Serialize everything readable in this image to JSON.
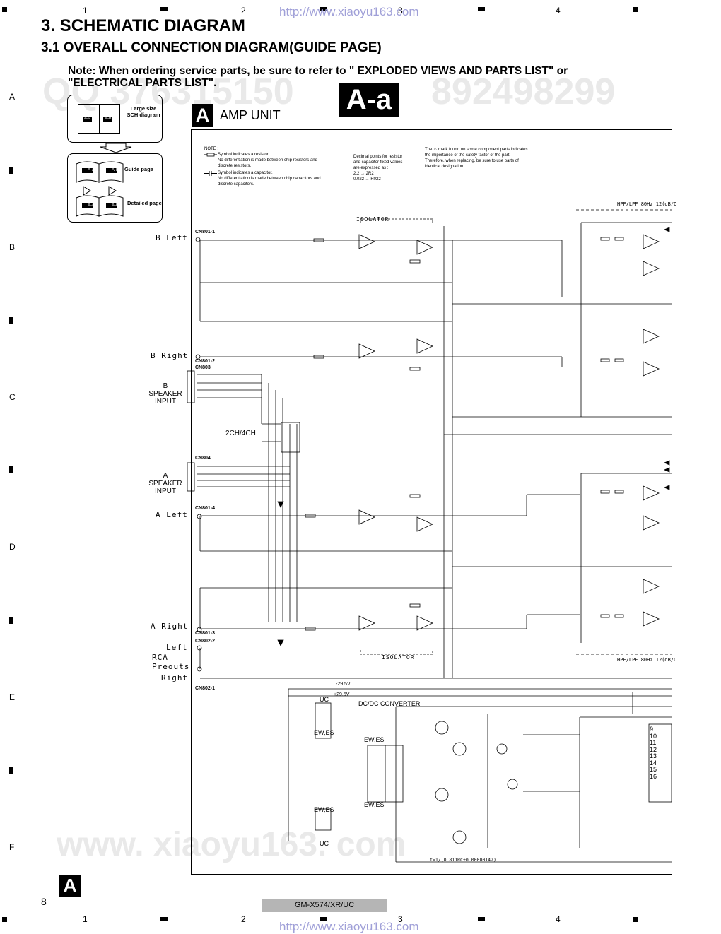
{
  "header": {
    "url": "http://www.xiaoyu163.com",
    "title": "3. SCHEMATIC DIAGRAM",
    "subtitle": "3.1 OVERALL CONNECTION DIAGRAM(GUIDE PAGE)",
    "note_line1": "Note: When ordering service parts, be sure to refer to \" EXPLODED VIEWS AND PARTS LIST\" or",
    "note_line2": "\"ELECTRICAL PARTS LIST\"."
  },
  "ruler": {
    "columns": [
      "1",
      "2",
      "3",
      "4"
    ],
    "rows": [
      "A",
      "B",
      "C",
      "D",
      "E",
      "F"
    ]
  },
  "watermark": {
    "qq": "QQ 376315150",
    "phone": "892498299",
    "bottom": "www. xiaoyu163. com"
  },
  "guide": {
    "large_size": "Large size",
    "sch_diagram": "SCH diagram",
    "guide_page": "Guide page",
    "detailed_page": "Detailed page",
    "page_a": "A-a",
    "page_b": "A-b"
  },
  "badge": "A-a",
  "unit": {
    "letter": "A",
    "name": "AMP UNIT"
  },
  "notes": {
    "heading": "NOTE :",
    "resistor": "Symbol indicates a resistor.",
    "resistor_2": "No differentiation is made  between chip resistors and",
    "resistor_3": "discrete resistors.",
    "capacitor": "Symbol indicates a capacitor.",
    "capacitor_2": "No differentiation is made  between chip capacitors and",
    "capacitor_3": "discrete capacitors.",
    "decimal_1": "Decimal points for resistor",
    "decimal_2": "and capacitor fixed values",
    "decimal_3": "are expressed as :",
    "decimal_4": "2.2 → 2R2",
    "decimal_5": "0.022 → R022",
    "safety_1": "The ⚠ mark found on some component parts indicates",
    "safety_2": "the importance of the safety factor of the part.",
    "safety_3": "Therefore, when replacing, be sure to use parts of",
    "safety_4": "identical designation."
  },
  "schematic": {
    "isolator": "ISOLATOR",
    "hpf_lpf": "HPF/LPF 80Hz 12(dB/O",
    "b_left": "B Left",
    "b_right": "B Right",
    "a_left": "A Left",
    "a_right": "A Right",
    "rca_left": "Left",
    "rca": "RCA",
    "preouts": "Preouts",
    "rca_right": "Right",
    "cn801_1": "CN801-1",
    "cn801_2": "CN801-2",
    "cn803": "CN803",
    "cn804": "CN804",
    "cn801_4": "CN801-4",
    "cn801_3": "CN801-3",
    "cn802_2": "CN802-2",
    "cn802_1": "CN802-1",
    "b_speaker": "B SPEAKER",
    "a_speaker": "A SPEAKER",
    "input": "INPUT",
    "ch_switch": "2CH/4CH",
    "dcdc": "DC/DC CONVERTER",
    "uc": "UC",
    "ewes": "EW,ES",
    "v_pos": "+29.5V",
    "v_neg": "-29.5V",
    "freq": "f=1/(0.811RC+0.00000142)",
    "pins": [
      "9",
      "10",
      "11",
      "12",
      "13",
      "14",
      "15",
      "16"
    ]
  },
  "footer": {
    "page": "8",
    "model": "GM-X574/XR/UC",
    "letter": "A"
  }
}
